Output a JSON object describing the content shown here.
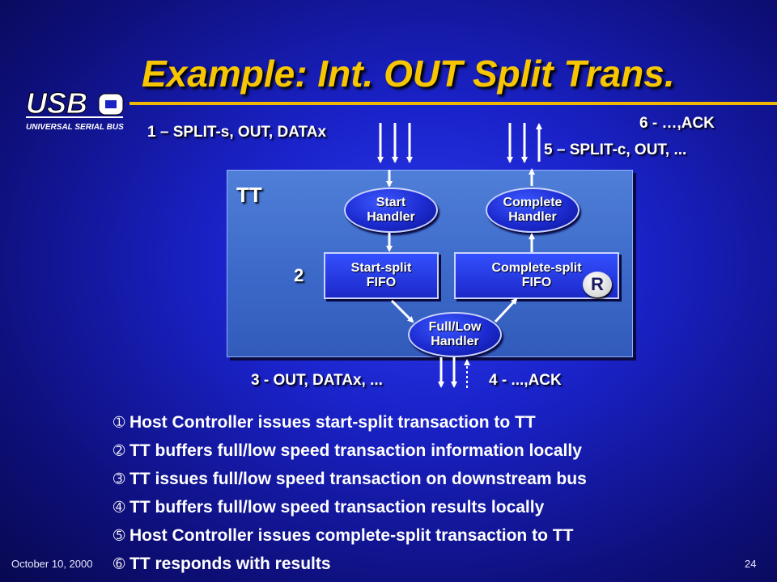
{
  "slide": {
    "title": "Example: Int. OUT Split Trans.",
    "logo_text": "USB",
    "logo_subtext": "UNIVERSAL SERIAL BUS"
  },
  "diagram": {
    "step1": "1 – SPLIT-s, OUT, DATAx",
    "step6": "6 - …,ACK",
    "step5": "5 – SPLIT-c, OUT, ...",
    "step3": "3 - OUT, DATAx, ...",
    "step4": "4 - ...,ACK",
    "tt_label": "TT",
    "two_label": "2",
    "start_handler": [
      "Start",
      "Handler"
    ],
    "complete_handler": [
      "Complete",
      "Handler"
    ],
    "start_fifo": [
      "Start-split",
      "FIFO"
    ],
    "complete_fifo": [
      "Complete-split",
      "FIFO"
    ],
    "r_badge": "R",
    "fulllow_handler": [
      "Full/Low",
      "Handler"
    ]
  },
  "bullets": [
    {
      "marker": "➀",
      "text": "Host Controller issues start-split transaction to TT"
    },
    {
      "marker": "➁",
      "text": "TT buffers full/low speed transaction information locally"
    },
    {
      "marker": "➂",
      "text": "TT issues full/low speed transaction on downstream bus"
    },
    {
      "marker": "➃",
      "text": "TT buffers full/low speed transaction results locally"
    },
    {
      "marker": "➄",
      "text": "Host Controller issues complete-split transaction to TT"
    },
    {
      "marker": "➅",
      "text": "TT responds with results"
    }
  ],
  "footer": {
    "date": "October 10, 2000",
    "page": "24"
  },
  "colors": {
    "title": "#f7c600",
    "rule": "#f0b800",
    "tt_box": "#3b68c8",
    "oval": "#1c2bd0"
  }
}
